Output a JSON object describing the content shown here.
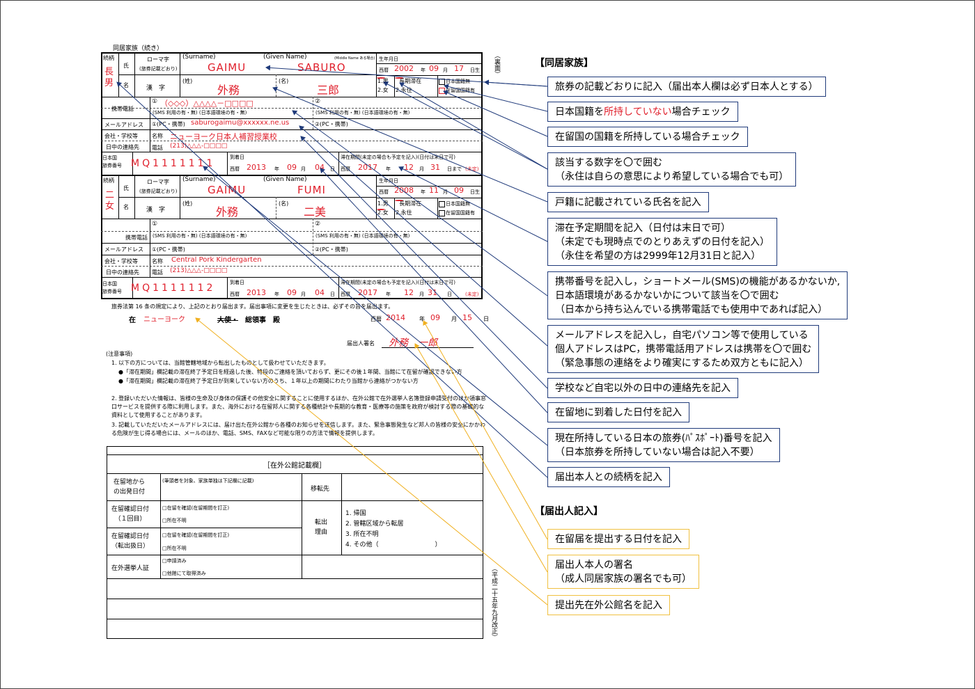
{
  "form": {
    "section_title": "同居家族（続き）",
    "back_side": "（裏面）",
    "label_relation": "続柄",
    "label_name_char": "氏",
    "label_given_char": "名",
    "label_romaji": "ローマ字",
    "label_romaji_sub": "(旅券記載どおり)",
    "label_surname": "(Surname)",
    "label_givenname": "(Given Name)",
    "label_middle": "(Middle Name ある場合)",
    "label_kanji": "漢　字",
    "label_sei": "(姓)",
    "label_mei": "(名)",
    "label_birthdate": "生年月日",
    "label_seireki": "西暦",
    "label_year": "年",
    "label_month": "月",
    "label_day": "日生",
    "label_day_short": "日",
    "label_male": "1.男",
    "label_female": "2.女",
    "label_long_stay": "長期滞在",
    "label_permanent": "2.永住",
    "label_no_japanese": "日本国籍無",
    "label_has_local": "在留国国籍有",
    "label_mobile": "携帯電話",
    "label_sms": "(SMS 利用の有・無) (日本語環境の有・無)",
    "label_email": "メールアドレス",
    "label_pc_mobile": "(PC・携帯)",
    "label_school": "会社・学校等",
    "label_daytime": "日中の連絡先",
    "label_namae": "名称",
    "label_tel": "電話",
    "label_passport": "日本国\n旅券番号",
    "label_arrival": "到着日",
    "label_stay_period": "滞在期間(未定の場合も予定を記入)(日付は末日で可)",
    "label_until": "日まで",
    "label_undecided": "未定",
    "person1": {
      "relation": "長男",
      "surname": "GAIMU",
      "given": "SABURO",
      "kanji_sei": "外務",
      "kanji_mei": "三郎",
      "birth_year": "2002",
      "birth_month": "09",
      "birth_day": "17",
      "phone": "（◇◇◇）△△△△－□□□□",
      "email": "saburogaimu@xxxxxx.ne.us",
      "school": "ニューヨーク日本人補習授業校",
      "tel": "(213)△△△-□□□□",
      "passport": "MQ1111111",
      "arr_year": "2013",
      "arr_month": "09",
      "arr_day": "04",
      "stay_year": "2017",
      "stay_month": "12",
      "stay_day": "31"
    },
    "person2": {
      "relation": "二女",
      "surname": "GAIMU",
      "given": "FUMI",
      "kanji_sei": "外務",
      "kanji_mei": "二美",
      "birth_year": "2008",
      "birth_month": "11",
      "birth_day": "09",
      "school": "Central Pork Kindergarten",
      "tel": "(213)△△△-□□□□",
      "passport": "MQ1111112",
      "arr_year": "2013",
      "arr_month": "09",
      "arr_day": "04",
      "stay_year": "2017",
      "stay_month": "12",
      "stay_day": "31"
    },
    "declaration": "旅券法第 16 条の規定により、上記のとおり届出ます。届出事項に変更を生じたときは、必ずその旨を届出ます。",
    "at": "在",
    "consulate": "ニューヨーク",
    "taishi": "大使・",
    "consul": "総領事　殿",
    "sub_year": "2014",
    "sub_month": "09",
    "sub_day": "15",
    "signature_label": "届出人署名",
    "signature": "外務　一郎",
    "notes_title": "(注意事項)",
    "notes": [
      "1. 以下の方については、当館管轄地域から転出したものとして扱わせていただきます。",
      "●「滞在期間」欄記載の滞在終了予定日を経過した後、特段のご連絡を頂いておらず、更にその後１年間、当館にて在留が確認できない方",
      "●「滞在期間」欄記載の滞在終了予定日が到来していない方のうち、１年以上の期間にわたり当館から連絡がつかない方",
      "2. 登録いただいた情報は、皆様の生命及び身体の保護その他安全に関することに使用するほか、在外公館で在外選挙人名簿登録申請受付のほか領事窓口サービスを提供する際に利用します。また、海外における在留邦人に関する各種統計や長期的な教育・医療等の施策を政府が検討する際の基礎的な資料として使用することがあります。",
      "3. 記載していただいたメールアドレスには、届け出た在外公館から各種のお知らせを送信します。また、緊急事態発生など邦人の皆様の安全にかかわる危険が生じ得る場合には、メールのほか、電話、SMS、FAXなど可能な限りの方法で情報を提供します。"
    ],
    "office_title": "［在外公館記載欄］",
    "office_departure": "在留地から\nの出発日付",
    "office_departure_note": "(筆頭者を対象、家族単独は下記欄に記載)",
    "office_move_to": "移転先",
    "office_confirm1": "在留確認日付\n（１回目）",
    "office_confirm2": "在留確認日付\n（転出扱日）",
    "office_chk1": "□在留を確認(在留期間を訂正)",
    "office_chk2": "□所在不明",
    "office_reason": "転出\n理由",
    "office_reasons": [
      "1. 帰国",
      "2. 管轄区域から転居",
      "3. 所在不明",
      "4. その他（　　　　　　　　　）"
    ],
    "office_voter": "在外選挙人証",
    "office_voter1": "□申請済み",
    "office_voter2": "□他館にて取得済み",
    "revision": "（平成二十五年九月改正）"
  },
  "callouts": {
    "header_family": "【同居家族】",
    "header_filer": "【届出人記入】",
    "blue": [
      [
        "旅券の記載どおりに記入（届出本人欄は必ず日本人とする）"
      ],
      [
        "日本国籍を",
        "所持していない",
        "場合チェック"
      ],
      [
        "在留国の国籍を所持している場合チェック"
      ],
      [
        "該当する数字を〇で囲む",
        "（永住は自らの意思により希望している場合でも可）"
      ],
      [
        "戸籍に記載されている氏名を記入"
      ],
      [
        "滞在予定期間を記入（日付は末日で可）",
        "（未定でも現時点でのとりあえずの日付を記入）",
        "（永住を希望の方は2999年12月31日と記入）"
      ],
      [
        "携帯番号を記入し，ショートメール(SMS)の機能があるかないか,",
        "日本語環境があるかないかについて該当を〇で囲む",
        "（日本から持ち込んでいる携帯電話でも使用中であれば記入）"
      ],
      [
        "メールアドレスを記入し，自宅パソコン等で使用している",
        "個人アドレスはPC，携帯電話用アドレスは携帯を〇で囲む",
        "（緊急事態の連絡をより確実にするため双方ともに記入）"
      ],
      [
        "学校など自宅以外の日中の連絡先を記入"
      ],
      [
        "在留地に到着した日付を記入"
      ],
      [
        "現在所持している日本の旅券(ﾊﾟｽﾎﾟｰﾄ)番号を記入",
        "（日本旅券を所持していない場合は記入不要）"
      ],
      [
        "届出本人との続柄を記入"
      ]
    ],
    "yellow": [
      [
        "在留届を提出する日付を記入"
      ],
      [
        "届出人本人の署名",
        "（成人同居家族の署名でも可）"
      ],
      [
        "提出先在外公館名を記入"
      ]
    ]
  }
}
